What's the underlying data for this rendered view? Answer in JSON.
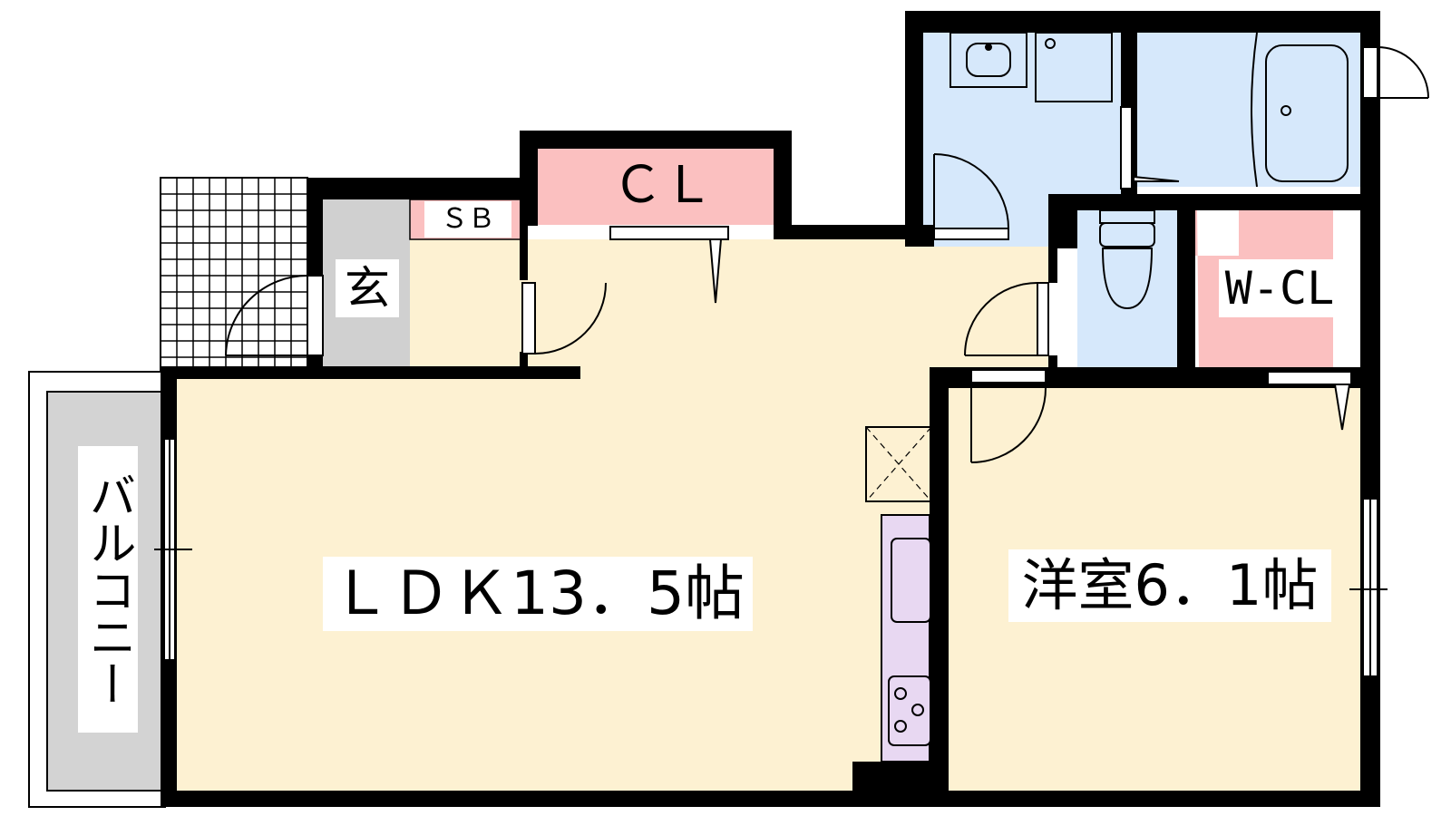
{
  "rooms": {
    "ldk": {
      "label": "ＬＤＫ13．5帖"
    },
    "western": {
      "label": "洋室6．1帖"
    },
    "closet": {
      "label": "ＣＬ"
    },
    "shoe_box": {
      "label": "ＳＢ"
    },
    "entrance": {
      "label": "玄"
    },
    "walk_in_closet": {
      "label": "W-CL"
    },
    "balcony": {
      "label": "バルコニー"
    }
  },
  "colors": {
    "wall": "#000000",
    "living": "#fdf1d2",
    "wet_area": "#d6e8fb",
    "storage": "#fbc0c0",
    "balcony": "#d3d3d3",
    "kitchen": "#e8d8f2",
    "entrance": "#d0d0d0"
  }
}
